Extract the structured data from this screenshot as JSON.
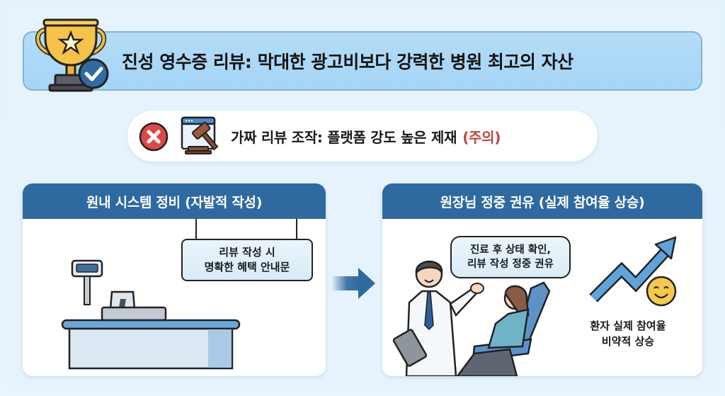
{
  "title": {
    "text": "진성 영수증 리뷰: 막대한 광고비보다 강력한 병원 최고의 자산",
    "icon": "trophy-check-icon"
  },
  "warning": {
    "text": "가짜 리뷰 조작: 플랫폼 강도 높은 제재",
    "caution_label": "(주의)",
    "icons": [
      "x-circle-icon",
      "gavel-browser-icon"
    ],
    "caution_color": "#c0463f"
  },
  "panels": [
    {
      "header": "원내 시스템 정비 (자발적 작성)",
      "sign_lines": [
        "리뷰 작성 시",
        "명확한 혜택 안내문"
      ],
      "illustration": "reception-desk-icon"
    },
    {
      "header": "원장님 정중 권유 (실제 참여율 상승)",
      "bubble_lines": [
        "진료 후 상태 확인,",
        "리뷰 작성 정중 권유"
      ],
      "result_lines": [
        "환자 실제 참여율",
        "비약적 상승"
      ],
      "illustration": "doctor-patient-icon",
      "trend_icon": "trend-up-arrow-icon",
      "emoji": "smiley-icon"
    }
  ],
  "colors": {
    "header_blue": "#2e6aa0",
    "banner_blue": "#a6d5f5",
    "background": "#e6f3fc"
  }
}
